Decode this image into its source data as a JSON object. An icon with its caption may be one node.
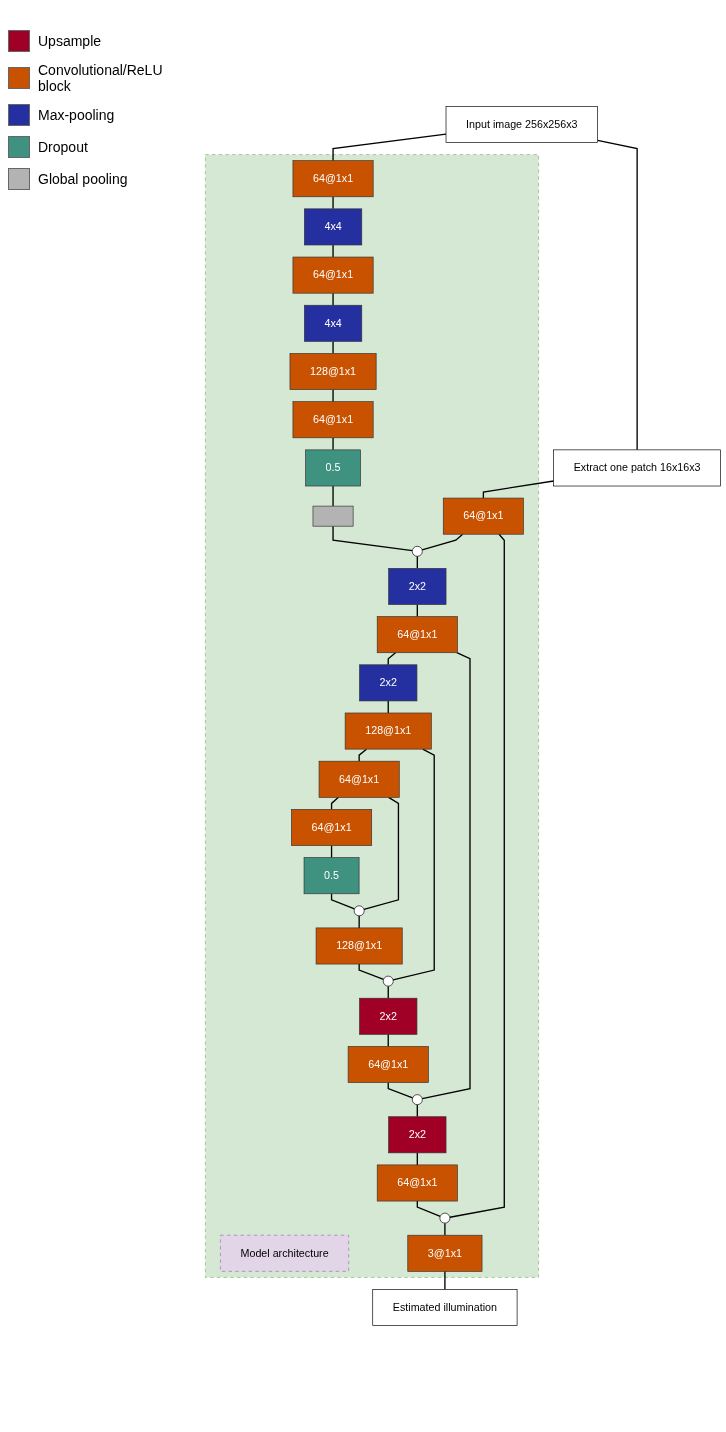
{
  "diagram": {
    "nodes": [
      {
        "text": [
          "Input image 256x256x3"
        ]
      },
      {
        "text": [
          "Extract one patch 16x16x3"
        ]
      },
      {
        "text": [],
        "shape": "box"
      },
      {
        "text": [
          "64@1x1"
        ],
        "in": 2
      },
      {
        "text": [
          "4x4"
        ],
        "in": 2
      },
      {
        "text": [
          "64@1x1"
        ],
        "in": 2
      },
      {
        "text": [
          "4x4"
        ],
        "in": 2
      },
      {
        "text": [
          "128@1x1"
        ],
        "in": 2
      },
      {
        "text": [
          "64@1x1"
        ],
        "in": 2
      },
      {
        "text": [
          "0.5"
        ],
        "in": 2
      },
      {
        "text": [],
        "shape": "box",
        "in": 2
      },
      {
        "text": [
          "Model architecture"
        ],
        "in": 2
      },
      {
        "text": [
          "64@1x1"
        ],
        "in": 2
      },
      {
        "text": [],
        "shape": "circle",
        "in": 2
      },
      {
        "text": [
          "2x2"
        ],
        "in": 2
      },
      {
        "text": [
          "64@1x1"
        ],
        "in": 2
      },
      {
        "text": [
          "2x2"
        ],
        "in": 2
      },
      {
        "text": [
          "128@1x1"
        ],
        "in": 2
      },
      {
        "text": [
          "64@1x1"
        ],
        "in": 2
      },
      {
        "text": [
          "64@1x1"
        ],
        "in": 2
      },
      {
        "text": [
          "0.5"
        ],
        "in": 2
      },
      {
        "text": [],
        "shape": "circle",
        "in": 2
      },
      {
        "text": [
          "128@1x1"
        ],
        "in": 2
      },
      {
        "text": [],
        "shape": "circle",
        "in": 2
      },
      {
        "text": [
          "2x2"
        ],
        "in": 2
      },
      {
        "text": [
          "64@1x1"
        ],
        "in": 2
      },
      {
        "text": [],
        "shape": "circle",
        "in": 2
      },
      {
        "text": [
          "2x2"
        ],
        "in": 2
      },
      {
        "text": [
          "64@1x1"
        ],
        "in": 2
      },
      {
        "text": [],
        "shape": "circle",
        "in": 2
      },
      {
        "text": [
          "3@1x1"
        ],
        "in": 2
      },
      {
        "text": [
          "Estimated illumination"
        ]
      }
    ],
    "edges": [
      {
        "from": 0,
        "to": 1,
        "arrow": "none"
      },
      {
        "from": 0,
        "to": 3,
        "arrow": "none"
      },
      {
        "from": 3,
        "to": 4,
        "arrow": "none"
      },
      {
        "from": 4,
        "to": 5,
        "arrow": "none"
      },
      {
        "from": 5,
        "to": 6,
        "arrow": "none"
      },
      {
        "from": 6,
        "to": 7,
        "arrow": "none"
      },
      {
        "from": 7,
        "to": 8,
        "arrow": "none"
      },
      {
        "from": 8,
        "to": 9,
        "arrow": "none"
      },
      {
        "from": 9,
        "to": 10,
        "arrow": "none"
      },
      {
        "from": 10,
        "to": 13,
        "arrow": "none"
      },
      {
        "from": 1,
        "to": 12,
        "arrow": "none"
      },
      {
        "from": 12,
        "to": 13,
        "arrow": "none"
      },
      {
        "from": 13,
        "to": 14,
        "arrow": "none"
      },
      {
        "from": 14,
        "to": 15,
        "arrow": "none"
      },
      {
        "from": 15,
        "to": 16,
        "arrow": "none"
      },
      {
        "from": 16,
        "to": 17,
        "arrow": "none"
      },
      {
        "from": 17,
        "to": 18,
        "arrow": "none"
      },
      {
        "from": 18,
        "to": 19,
        "arrow": "none"
      },
      {
        "from": 19,
        "to": 20,
        "arrow": "none"
      },
      {
        "from": 20,
        "to": 21,
        "arrow": "none"
      },
      {
        "from": 18,
        "to": 21,
        "arrow": "none"
      },
      {
        "from": 21,
        "to": 22,
        "arrow": "none"
      },
      {
        "from": 22,
        "to": 23,
        "arrow": "none"
      },
      {
        "from": 17,
        "to": 23,
        "arrow": "none"
      },
      {
        "from": 23,
        "to": 24,
        "arrow": "none"
      },
      {
        "from": 24,
        "to": 25,
        "arrow": "none"
      },
      {
        "from": 25,
        "to": 26,
        "arrow": "none"
      },
      {
        "from": 15,
        "to": 26,
        "arrow": "none"
      },
      {
        "from": 26,
        "to": 27,
        "arrow": "none"
      },
      {
        "from": 27,
        "to": 28,
        "arrow": "none"
      },
      {
        "from": 28,
        "to": 29,
        "arrow": "none"
      },
      {
        "from": 12,
        "to": 29,
        "arrow": "none"
      },
      {
        "from": 29,
        "to": 30,
        "arrow": "none"
      },
      {
        "from": 30,
        "to": 31,
        "arrow": "none"
      }
    ],
    "legend": [
      {
        "text": "Upsample",
        "color": "#a10026"
      },
      {
        "text": "Convolutional/ReLU block",
        "color": "#c85200"
      },
      {
        "text": "Max-pooling",
        "color": "#2530a0"
      },
      {
        "text": "Dropout",
        "color": "#3f9180"
      },
      {
        "text": "Global pooling",
        "color": "#b3b3b3"
      }
    ]
  }
}
